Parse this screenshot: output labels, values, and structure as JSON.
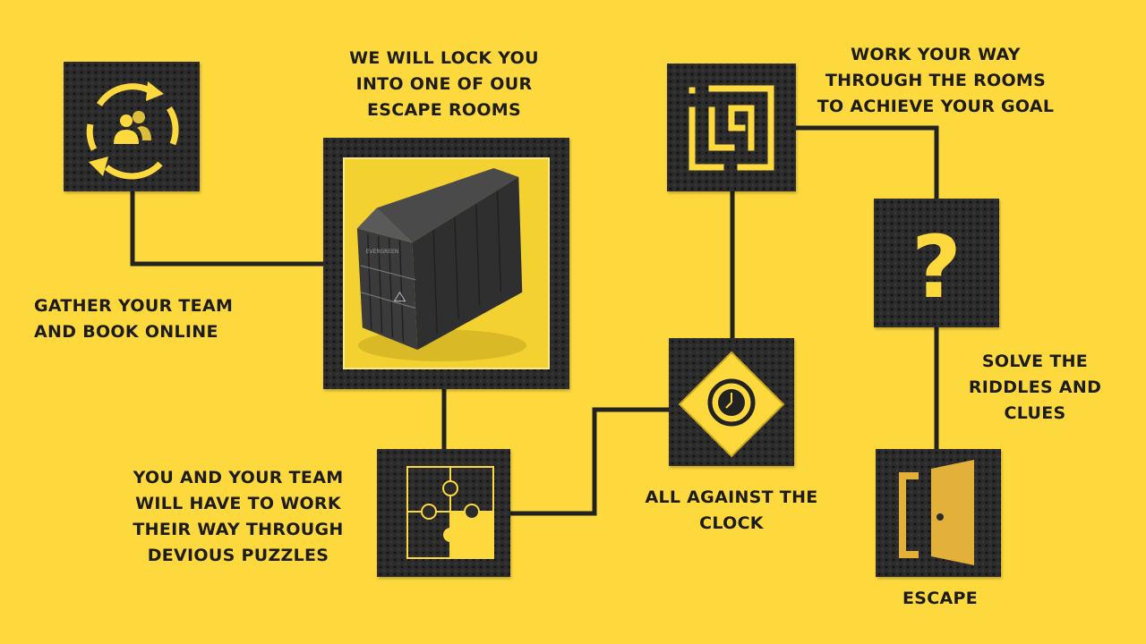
{
  "steps": {
    "gather": {
      "text": "GATHER YOUR TEAM\nAND BOOK ONLINE",
      "icon": "team-cycle-icon"
    },
    "lock": {
      "text": "WE WILL LOCK YOU\nINTO ONE OF OUR\nESCAPE ROOMS",
      "image": "shipping-container-image",
      "container_markings": "EVERGREEN"
    },
    "puzzles": {
      "text": "YOU AND YOUR TEAM\nWILL HAVE TO WORK\nTHEIR WAY THROUGH\nDEVIOUS PUZZLES",
      "icon": "puzzle-icon"
    },
    "clock": {
      "text": "ALL AGAINST THE\nCLOCK",
      "icon": "clock-warning-icon"
    },
    "rooms": {
      "text": "WORK YOUR WAY\nTHROUGH THE ROOMS\nTO ACHIEVE YOUR GOAL",
      "icon": "maze-icon"
    },
    "riddles": {
      "text": "SOLVE THE\nRIDDLES AND\nCLUES",
      "icon": "question-mark-icon",
      "glyph": "?"
    },
    "escape": {
      "text": "ESCAPE",
      "icon": "door-icon"
    }
  },
  "colors": {
    "background": "#fed93d",
    "box": "#2b2b2b",
    "accent": "#fed93d",
    "line": "#222222",
    "text": "#1c1c1c"
  }
}
